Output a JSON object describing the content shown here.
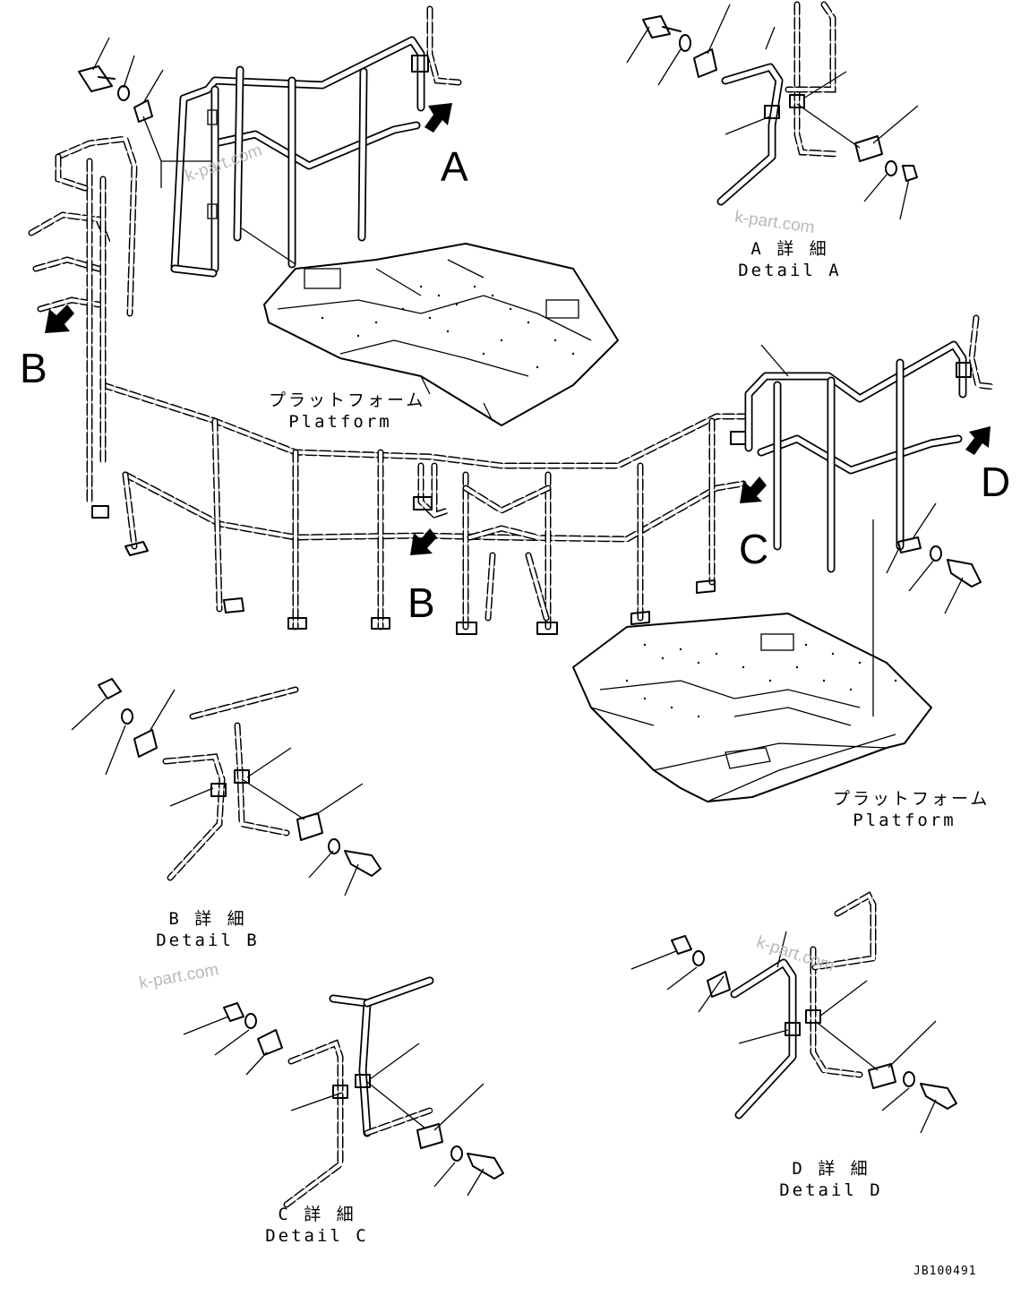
{
  "callouts": {
    "a": "A",
    "b_left": "B",
    "b_center": "B",
    "c": "C",
    "d": "D"
  },
  "captions": {
    "platform_top_jp": "プラットフォーム",
    "platform_top_en": "Platform",
    "platform_bottom_jp": "プラットフォーム",
    "platform_bottom_en": "Platform",
    "detail_a_jp": "A 詳 細",
    "detail_a_en": "Detail A",
    "detail_b_jp": "B 詳 細",
    "detail_b_en": "Detail B",
    "detail_c_jp": "C 詳 細",
    "detail_c_en": "Detail C",
    "detail_d_jp": "D 詳 細",
    "detail_d_en": "Detail D"
  },
  "watermarks": {
    "wm1": "k-part.com",
    "wm2": "k-part.com",
    "wm3": "k-part.com",
    "wm4": "k-part.com"
  },
  "drawing_code": "JB100491"
}
